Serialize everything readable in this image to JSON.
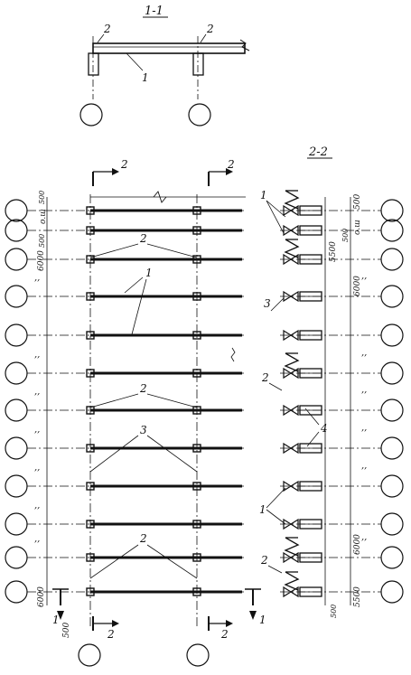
{
  "section_titles": {
    "top": "1-1",
    "right": "2-2"
  },
  "cut_labels": {
    "two": "2",
    "one": "1"
  },
  "callouts": {
    "c1": "1",
    "c2": "2",
    "c3": "3",
    "c4": "4"
  },
  "dimensions": {
    "d500": "500",
    "d6000": "6000",
    "d5500": "5500",
    "osh": "о.ш",
    "rep": ",,"
  },
  "plan_rows": 12,
  "right_rows": 12,
  "colors": {
    "ink": "#111111",
    "paper": "#ffffff"
  }
}
